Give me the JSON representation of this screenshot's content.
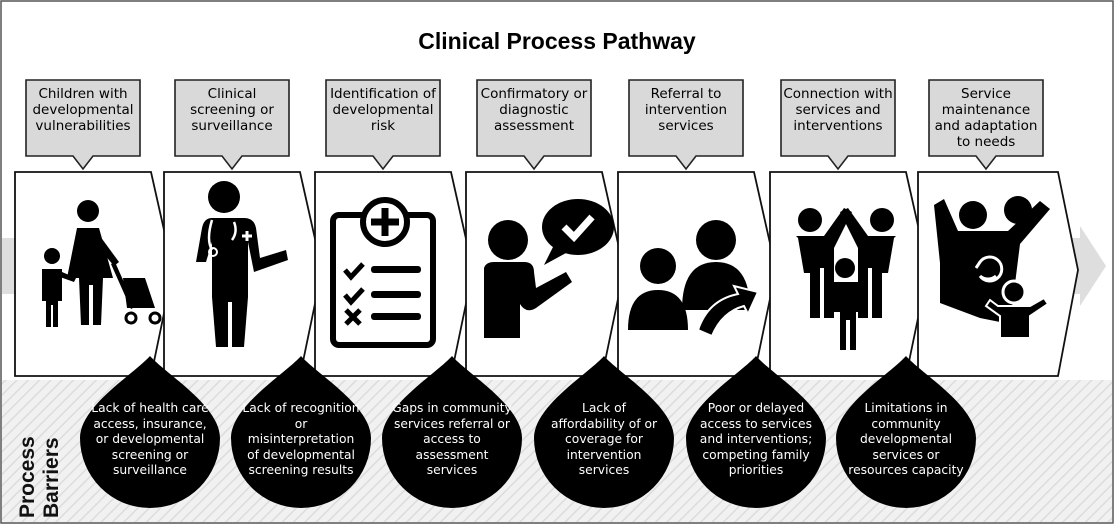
{
  "title": "Clinical Process Pathway",
  "side_label": {
    "line1": "Process",
    "line2": "Barriers"
  },
  "steps": [
    {
      "label": "Children with developmental vulnerabilities",
      "icon": "family-with-stroller-icon"
    },
    {
      "label": "Clinical screening or surveillance",
      "icon": "doctor-icon"
    },
    {
      "label": "Identification of developmental risk",
      "icon": "checklist-icon"
    },
    {
      "label": "Confirmatory or diagnostic assessment",
      "icon": "speech-bubble-check-icon"
    },
    {
      "label": "Referral to intervention services",
      "icon": "referral-icon"
    },
    {
      "label": "Connection with services and interventions",
      "icon": "high-five-family-icon"
    },
    {
      "label": "Service maintenance and adaptation to needs",
      "icon": "family-cycle-icon"
    }
  ],
  "barriers": [
    "Lack of health care access, insurance, or developmental screening or surveillance",
    "Lack of recognition or misinterpretation of developmental screening results",
    "Gaps in community services referral or access to assessment services",
    "Lack of affordability of or coverage for intervention services",
    "Poor or delayed access to services and interventions; competing family priorities",
    "Limitations in community developmental services or resources capacity"
  ]
}
